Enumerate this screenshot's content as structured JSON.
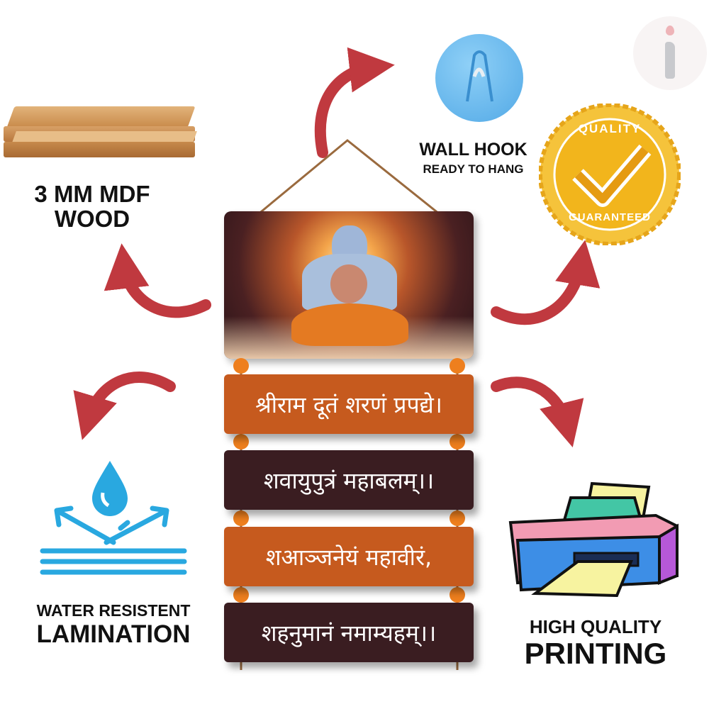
{
  "features": {
    "wood": {
      "line1": "3 MM MDF",
      "line2": "WOOD"
    },
    "hook": {
      "line1": "WALL HOOK",
      "line2": "READY TO HANG"
    },
    "badge": {
      "top": "QUALITY",
      "bottom": "GUARANTEED"
    },
    "water": {
      "line1": "WATER RESISTENT",
      "line2": "LAMINATION"
    },
    "printing": {
      "line1": "HIGH QUALITY",
      "line2": "PRINTING"
    }
  },
  "plates": [
    "श्रीराम दूतं शरणं प्रपद्ये।",
    "शवायुपुत्रं महाबलम्।।",
    "शआञ्जनेयं महावीरं,",
    "शहनुमानं नमाम्यहम्।।"
  ],
  "logo": {
    "letter": "i"
  },
  "colors": {
    "arrow": "#c0393f",
    "plate_orange": "#c65a1e",
    "plate_dark": "#3a1d21",
    "bead": "#ee7f1e",
    "hook": "#6ab8ec",
    "water": "#29a8e0",
    "gold": "#f2b51c"
  }
}
